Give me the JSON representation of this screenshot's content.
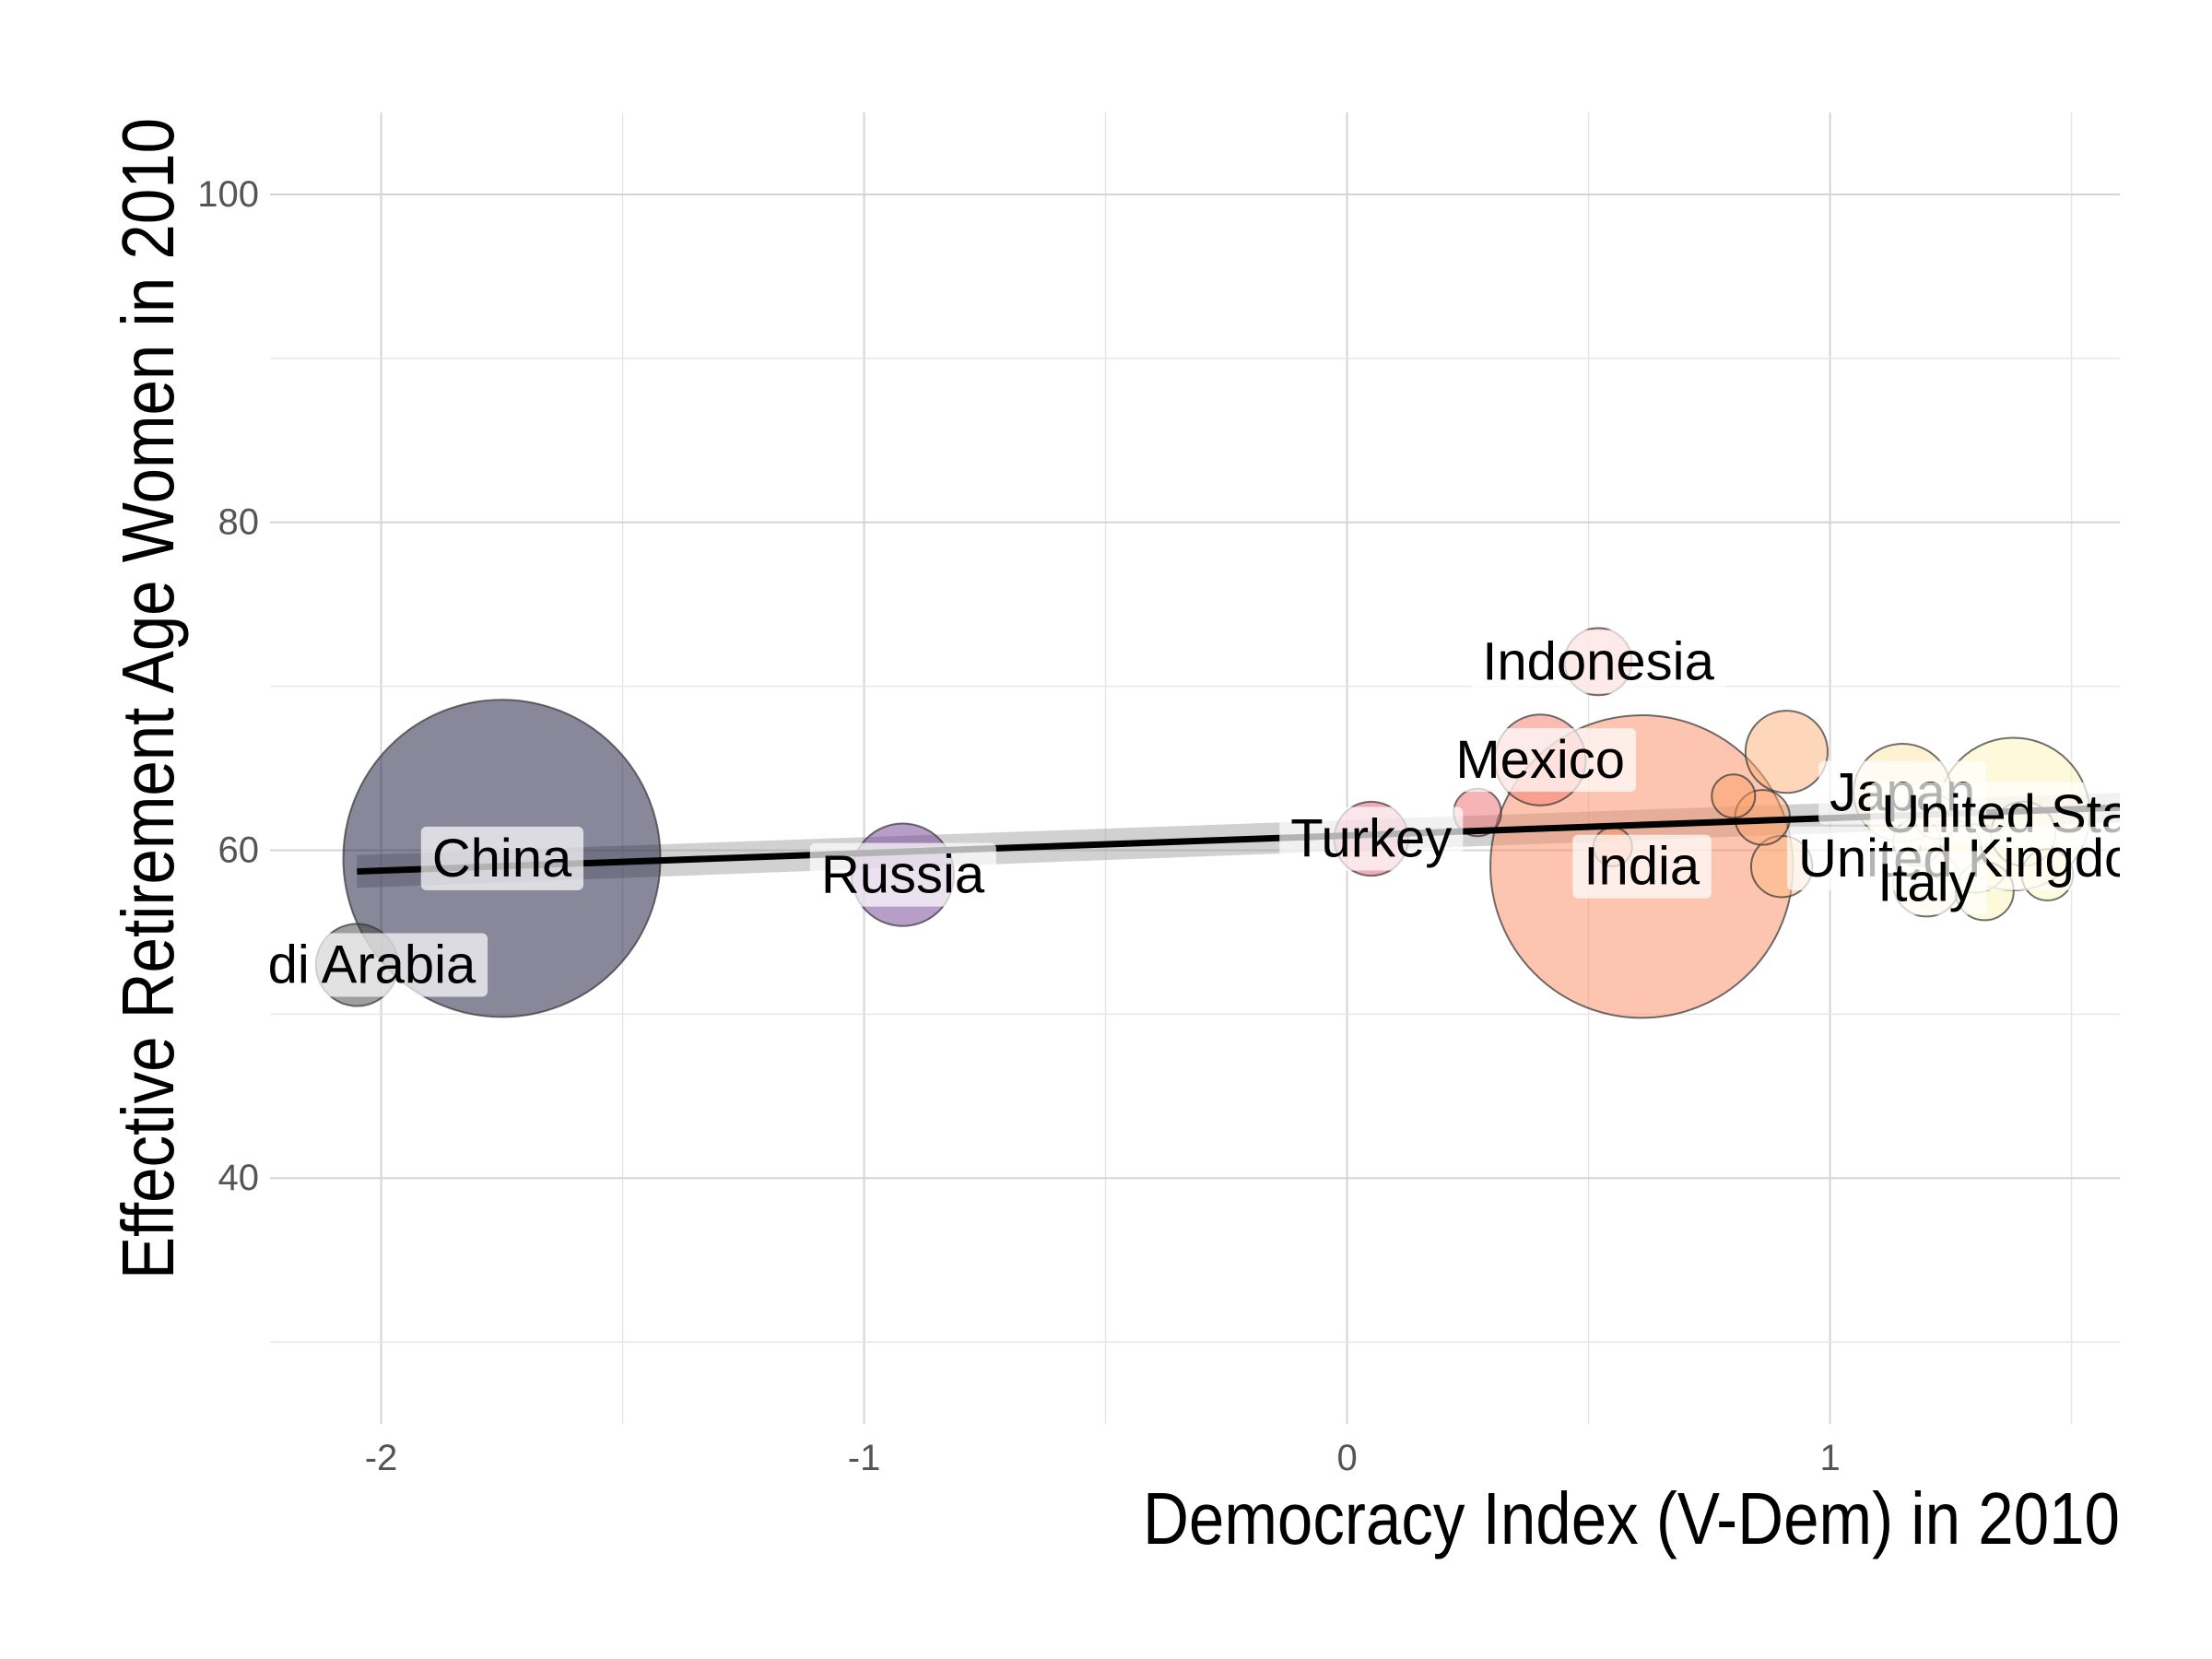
{
  "chart_data": {
    "type": "scatter",
    "xlabel": "Democracy Index (V-Dem) in 2010",
    "ylabel": "Effective Retirement Age Women in 2010",
    "xlim": [
      -2.23,
      1.6
    ],
    "ylim": [
      25,
      105
    ],
    "x_ticks": [
      "-2",
      "-1",
      "0",
      "1"
    ],
    "y_ticks": [
      "40",
      "60",
      "80",
      "100"
    ],
    "grid": true,
    "legend": "none",
    "size_encoding": "population",
    "color_encoding": "democracy index (magma palette)",
    "points": [
      {
        "label": "Saudi Arabia",
        "display_label": "udi Arabia",
        "x": -2.05,
        "y": 53.0,
        "size": 0.9,
        "color": "#3f3f3f"
      },
      {
        "label": "China",
        "x": -1.75,
        "y": 59.5,
        "size": 13.4,
        "color": "#111136"
      },
      {
        "label": "Russia",
        "x": -0.92,
        "y": 58.5,
        "size": 1.4,
        "color": "#6f3d91"
      },
      {
        "label": "Turkey",
        "x": 0.05,
        "y": 60.7,
        "size": 0.73,
        "color": "#e0577a"
      },
      {
        "label": "",
        "x": 0.27,
        "y": 62.3,
        "size": 0.3,
        "color": "#ee6a70"
      },
      {
        "label": "Mexico",
        "x": 0.4,
        "y": 65.5,
        "size": 1.1,
        "color": "#f47a6c"
      },
      {
        "label": "Indonesia",
        "x": 0.52,
        "y": 71.5,
        "size": 0.6,
        "color": "#f67c6e"
      },
      {
        "label": "India",
        "x": 0.61,
        "y": 59.0,
        "size": 12.2,
        "color": "#fb8c62"
      },
      {
        "label": "",
        "x": 0.55,
        "y": 60.2,
        "size": 0.2,
        "color": "#fb9462"
      },
      {
        "label": "",
        "x": 0.8,
        "y": 63.3,
        "size": 0.25,
        "color": "#fc9d65"
      },
      {
        "label": "",
        "x": 0.86,
        "y": 62.0,
        "size": 0.4,
        "color": "#fda76d"
      },
      {
        "label": "",
        "x": 0.91,
        "y": 66.0,
        "size": 0.9,
        "color": "#feb076"
      },
      {
        "label": "",
        "x": 0.9,
        "y": 59.0,
        "size": 0.5,
        "color": "#feb97f"
      },
      {
        "label": "Japan",
        "x": 1.15,
        "y": 63.5,
        "size": 1.28,
        "color": "#fde6a6"
      },
      {
        "label": "United States",
        "display_label": "United Stat",
        "x": 1.38,
        "y": 62.2,
        "size": 3.1,
        "color": "#fcf4b6"
      },
      {
        "label": "United Kingdom",
        "display_label": "United Kingdor",
        "x": 1.3,
        "y": 59.5,
        "size": 0.63,
        "color": "#fcf1b2"
      },
      {
        "label": "Italy",
        "x": 1.2,
        "y": 58.0,
        "size": 0.6,
        "color": "#fcefb0"
      },
      {
        "label": "",
        "x": 1.25,
        "y": 60.0,
        "size": 0.5,
        "color": "#fcf2b4"
      },
      {
        "label": "",
        "x": 1.32,
        "y": 57.5,
        "size": 0.45,
        "color": "#fcf5b8"
      },
      {
        "label": "",
        "x": 1.4,
        "y": 61.0,
        "size": 0.55,
        "color": "#fcf7bc"
      },
      {
        "label": "",
        "x": 1.45,
        "y": 58.5,
        "size": 0.35,
        "color": "#fcfabe"
      },
      {
        "label": "",
        "x": 1.18,
        "y": 60.5,
        "size": 0.3,
        "color": "#fdefad"
      },
      {
        "label": "",
        "x": 1.22,
        "y": 62.0,
        "size": 0.25,
        "color": "#fde9a8"
      }
    ],
    "regression": {
      "x": [
        -2.05,
        1.6
      ],
      "y": [
        58.7,
        62.6
      ],
      "ci_halfwidth_at_ends": [
        1.0,
        0.9
      ],
      "color": "#000000"
    }
  }
}
